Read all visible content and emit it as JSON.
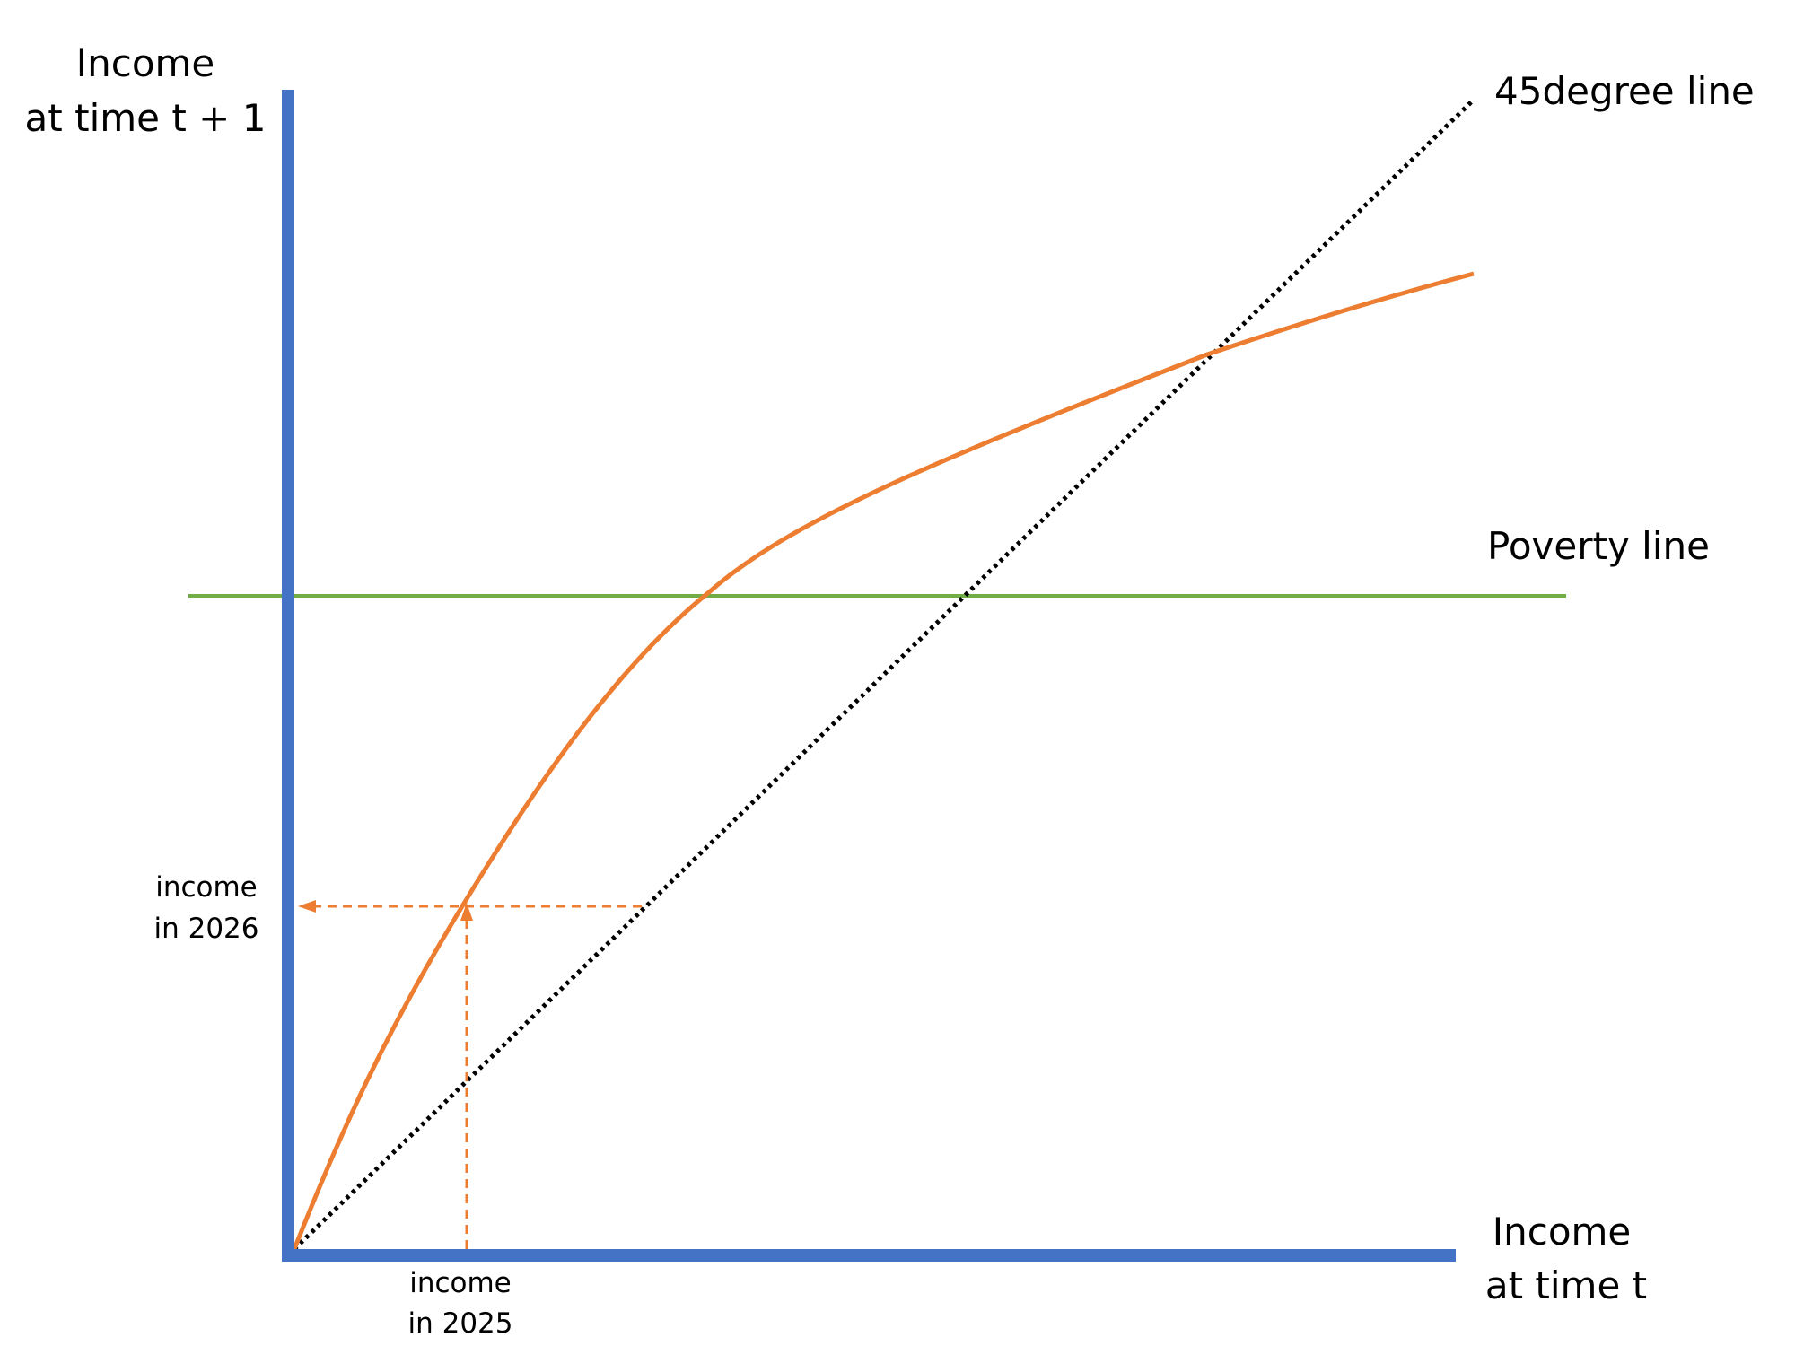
{
  "labels": {
    "y_axis_line1": "Income",
    "y_axis_line2": "at time t + 1",
    "x_axis_line1": "Income",
    "x_axis_line2": "at time t",
    "degree_line": "45degree line",
    "poverty_line": "Poverty line",
    "income_2026_line1": "income",
    "income_2026_line2": "in 2026",
    "income_2025_line1": "income",
    "income_2025_line2": "in 2025"
  },
  "colors": {
    "axis": "#4472C4",
    "curve": "#ED7D31",
    "poverty_line": "#70AD47",
    "degree_line": "#000000",
    "text": "#000000"
  }
}
